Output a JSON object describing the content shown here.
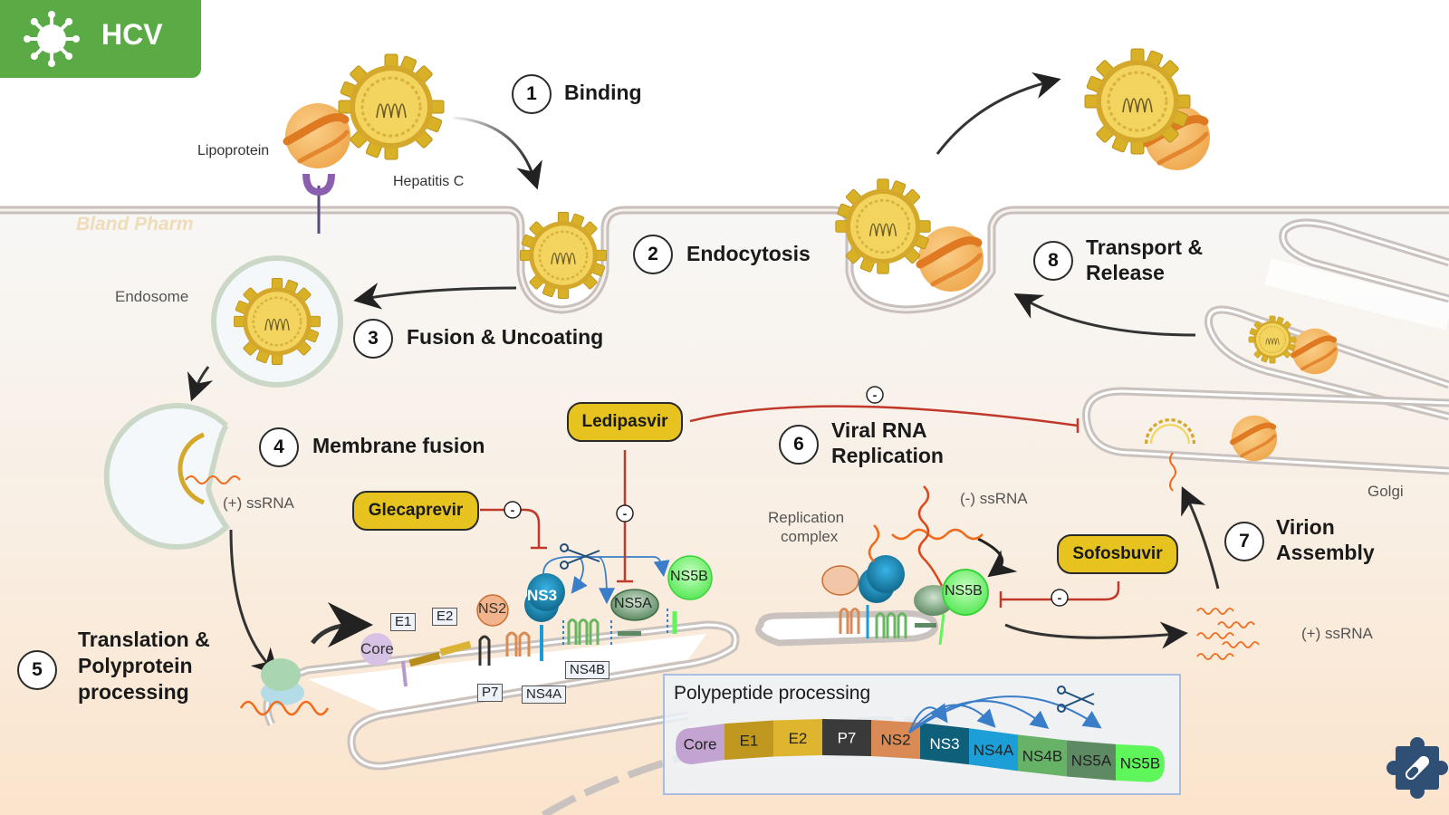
{
  "header": {
    "title": "HCV",
    "icon": "virus-icon",
    "color": "#5aab46"
  },
  "watermark": "Bland Pharm",
  "labels": {
    "lipoprotein": "Lipoprotein",
    "hepatitis_c": "Hepatitis C",
    "endosome": "Endosome",
    "plus_ssrna_1": "(+) ssRNA",
    "minus_ssrna": "(-) ssRNA",
    "replication_complex_1": "Replication",
    "replication_complex_2": "complex",
    "golgi": "Golgi",
    "plus_ssrna_2": "(+) ssRNA"
  },
  "steps": [
    {
      "num": "1",
      "title_lines": [
        "Binding"
      ]
    },
    {
      "num": "2",
      "title_lines": [
        "Endocytosis"
      ]
    },
    {
      "num": "3",
      "title_lines": [
        "Fusion & Uncoating"
      ]
    },
    {
      "num": "4",
      "title_lines": [
        "Membrane fusion"
      ]
    },
    {
      "num": "5",
      "title_lines": [
        "Translation &",
        "Polyprotein",
        "processing"
      ]
    },
    {
      "num": "6",
      "title_lines": [
        "Viral RNA",
        "Replication"
      ]
    },
    {
      "num": "7",
      "title_lines": [
        "Virion",
        "Assembly"
      ]
    },
    {
      "num": "8",
      "title_lines": [
        "Transport &",
        "Release"
      ]
    }
  ],
  "drugs": [
    {
      "name": "Glecaprevir",
      "target": "NS3",
      "effect": "-"
    },
    {
      "name": "Ledipasvir",
      "target": "NS5A",
      "effect": "-"
    },
    {
      "name": "Sofosbuvir",
      "target": "NS5B",
      "effect": "-"
    }
  ],
  "proteins_on_er": {
    "core": "Core",
    "e1": "E1",
    "e2": "E2",
    "ns2": "NS2",
    "p7": "P7",
    "ns3": "NS3",
    "ns4a": "NS4A",
    "ns4b": "NS4B",
    "ns5a": "NS5A",
    "ns5b": "NS5B"
  },
  "replication_complex": {
    "ns5b": "NS5B"
  },
  "polypeptide": {
    "title": "Polypeptide processing",
    "segments": [
      {
        "label": "Core",
        "color": "#c2a3d1",
        "text": "#222"
      },
      {
        "label": "E1",
        "color": "#c0981f",
        "text": "#222"
      },
      {
        "label": "E2",
        "color": "#dfb52f",
        "text": "#222"
      },
      {
        "label": "P7",
        "color": "#3a3a3a",
        "text": "#ffffff"
      },
      {
        "label": "NS2",
        "color": "#d98a55",
        "text": "#222"
      },
      {
        "label": "NS3",
        "color": "#0e5f7a",
        "text": "#ffffff"
      },
      {
        "label": "NS4A",
        "color": "#1b9fd6",
        "text": "#222"
      },
      {
        "label": "NS4B",
        "color": "#66b267",
        "text": "#222"
      },
      {
        "label": "NS5A",
        "color": "#5e8a63",
        "text": "#222"
      },
      {
        "label": "NS5B",
        "color": "#5ef65a",
        "text": "#222"
      }
    ]
  },
  "logo": "puzzle-pill-icon"
}
